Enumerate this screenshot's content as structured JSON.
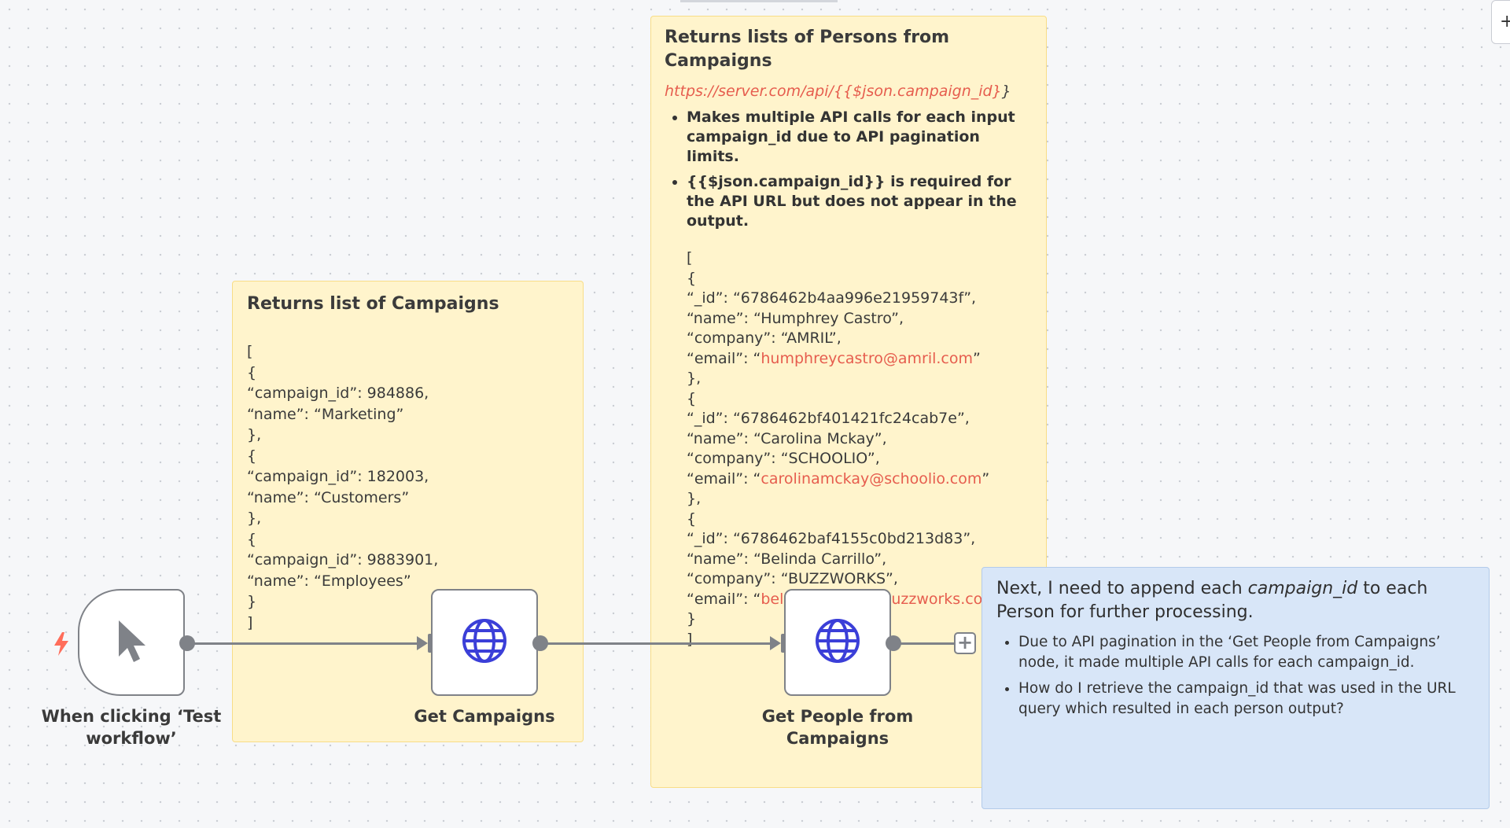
{
  "canvas": {
    "background": "#f6f7f9",
    "accent_yellow": "#fff4cc",
    "accent_blue": "#d8e6f8",
    "link_color": "#e65d4e",
    "globe_color": "#3b3fd8",
    "trigger_color": "#ff6d5a"
  },
  "notes": {
    "campaigns": {
      "title": "Returns list of Campaigns",
      "code": "[\n{\n“campaign_id”: 984886,\n“name”: “Marketing”\n},\n{\n“campaign_id”: 182003,\n“name”: “Customers”\n},\n{\n“campaign_id”: 9883901,\n“name”: “Employees”\n}\n]"
    },
    "persons": {
      "title": "Returns lists of Persons from Campaigns",
      "url": "https://server.com/api/{{$json.campaign_id}",
      "url_brace": "}",
      "bullets": [
        "Makes multiple API calls for each input campaign_id due to API pagination limits.",
        "{{$json.campaign_id}} is required for the API URL but does not appear in the output."
      ],
      "code_open": "[",
      "persons": [
        {
          "id_line": "“_id”: “6786462b4aa996e21959743f”,",
          "name_line": "“name”: “Humphrey Castro”,",
          "company_line": "“company”: “AMRIL”,",
          "email_prefix": "“email”: “",
          "email": "humphreycastro@amril.com",
          "email_suffix": "”",
          "close": "},"
        },
        {
          "id_line": "“_id”: “6786462bf401421fc24cab7e”,",
          "name_line": "“name”: “Carolina Mckay”,",
          "company_line": "“company”: “SCHOOLIO”,",
          "email_prefix": "“email”: “",
          "email": "carolinamckay@schoolio.com",
          "email_suffix": "”",
          "close": "},"
        },
        {
          "id_line": "“_id”: “6786462baf4155c0bd213d83”,",
          "name_line": "“name”: “Belinda Carrillo”,",
          "company_line": "“company”: “BUZZWORKS”,",
          "email_prefix": "“email”: “",
          "email": "belindacarrillo@buzzworks.com",
          "email_suffix": "”",
          "close": "}"
        }
      ],
      "open_brace": "{",
      "code_close": "]"
    },
    "question": {
      "title_before": "Next, I need to append each ",
      "title_italic": "campaign_id",
      "title_after": " to each Person for further processing.",
      "bullets": [
        "Due to API pagination in the ‘Get People from Campaigns’ node, it made multiple API calls for each campaign_id.",
        "How do I retrieve the campaign_id that was used in the URL query which resulted in each person output?"
      ]
    }
  },
  "nodes": {
    "trigger": {
      "label": "When clicking ‘Test workflow’",
      "icon": "cursor-icon"
    },
    "get_campaigns": {
      "label": "Get Campaigns",
      "icon": "globe-icon"
    },
    "get_people": {
      "label": "Get People from Campaigns",
      "icon": "globe-icon"
    }
  },
  "controls": {
    "add_symbol": "+",
    "top_right_symbol": "+"
  }
}
